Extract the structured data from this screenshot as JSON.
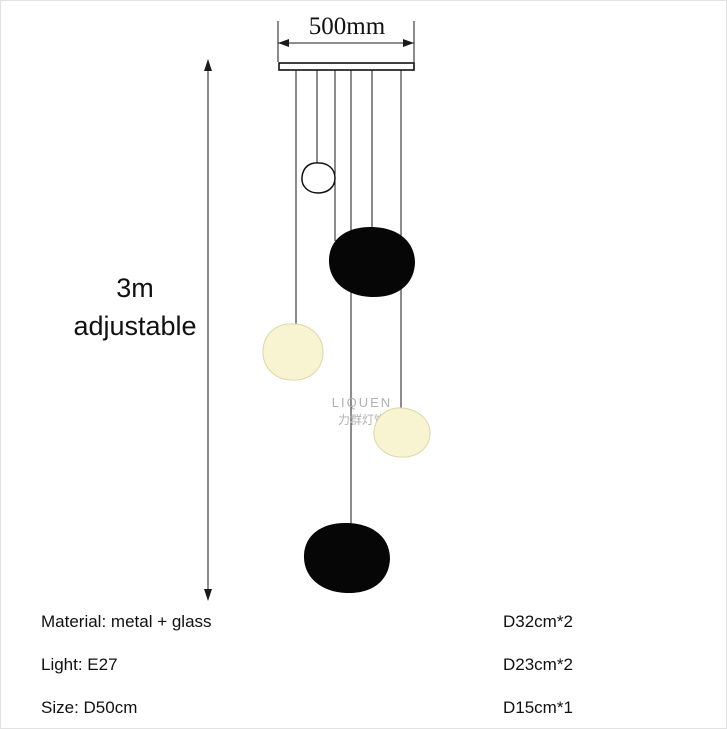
{
  "diagram": {
    "width_label": "500mm",
    "drop_label_line1": "3m",
    "drop_label_line2": "adjustable",
    "watermark": {
      "line1": "LIQUEN",
      "line2": "力群灯饰"
    }
  },
  "specs": {
    "rows": [
      {
        "left": "Material: metal + glass",
        "right": "D32cm*2"
      },
      {
        "left": "Light: E27",
        "right": "D23cm*2"
      },
      {
        "left": "Size: D50cm",
        "right": "D15cm*1"
      }
    ]
  },
  "colors": {
    "line": "#1a1a1a",
    "globe_black": "#060606",
    "globe_cream": "#f8f4d2",
    "globe_cream_edge": "#ddd6a6",
    "globe_white": "#ffffff",
    "watermark": "#b2b2b2",
    "text": "#111111"
  }
}
